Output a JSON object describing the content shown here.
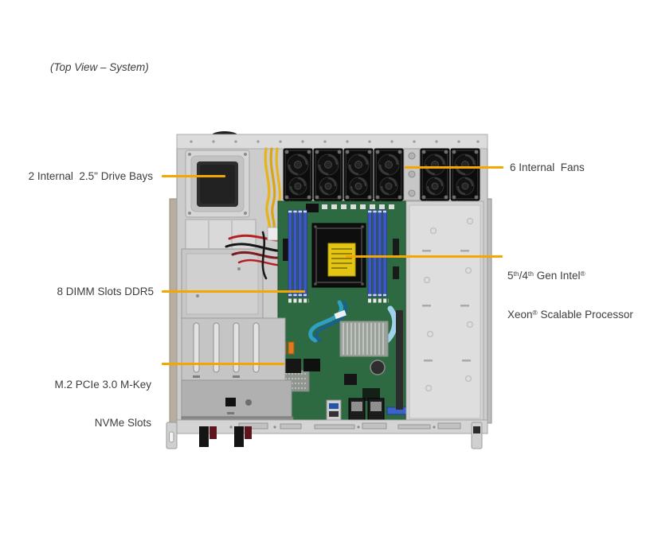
{
  "title": "(Top View – System)",
  "colors": {
    "callout_line": "#F2A702",
    "label_text": "#3E3E3E",
    "chassis_gray": "#CCCCCC",
    "motherboard_green": "#2E6A41",
    "dimm_slot_blue": "#3D57C6",
    "cpu_sticker_yellow": "#E3C515",
    "fan_black": "#161616"
  },
  "callouts": {
    "drive_bays": {
      "label": "2 Internal  2.5\" Drive Bays"
    },
    "fans": {
      "label": "6 Internal  Fans"
    },
    "dimm": {
      "label": "8 DIMM Slots DDR5"
    },
    "m2": {
      "line1": "M.2 PCIe 3.0 M-Key",
      "line2": "NVMe Slots"
    },
    "cpu": {
      "l1a": "5",
      "l1a_sup": "th",
      "l1b": "/4",
      "l1b_sup": "th",
      "l1c": " Gen Intel",
      "l1c_sup": "®",
      "l2a": "Xeon",
      "l2a_sup": "®",
      "l2b": " Scalable Processor"
    }
  }
}
